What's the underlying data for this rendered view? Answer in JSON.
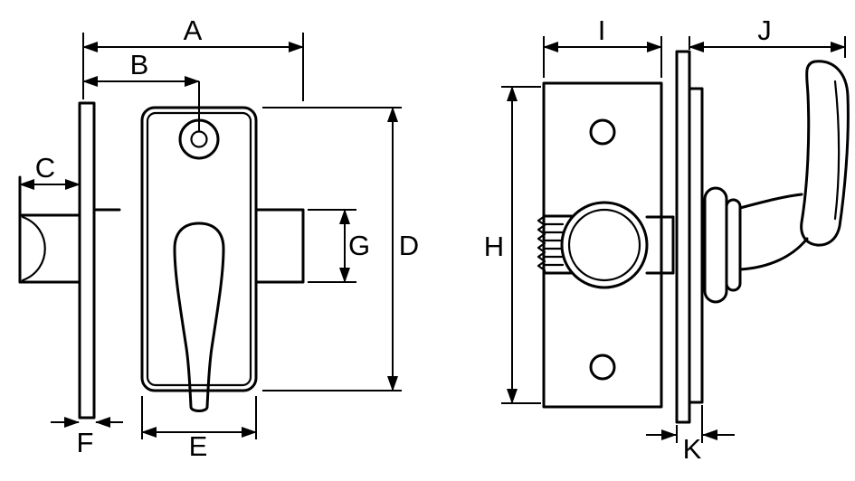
{
  "figure": {
    "ink": "#000000",
    "background": "#ffffff"
  },
  "labels": {
    "A": "A",
    "B": "B",
    "C": "C",
    "D": "D",
    "E": "E",
    "F": "F",
    "G": "G",
    "H": "H",
    "I": "I",
    "J": "J",
    "K": "K"
  }
}
